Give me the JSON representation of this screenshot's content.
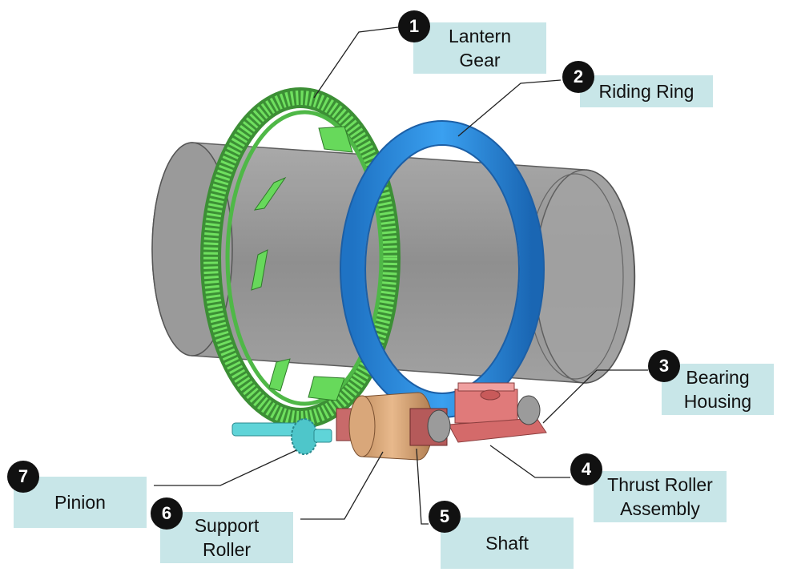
{
  "callouts": [
    {
      "number": "1",
      "lines": [
        "Lantern",
        "Gear"
      ]
    },
    {
      "number": "2",
      "lines": [
        "Riding Ring"
      ]
    },
    {
      "number": "3",
      "lines": [
        "Bearing",
        "Housing"
      ]
    },
    {
      "number": "4",
      "lines": [
        "Thrust Roller",
        "Assembly"
      ]
    },
    {
      "number": "5",
      "lines": [
        "Shaft"
      ]
    },
    {
      "number": "6",
      "lines": [
        "Support",
        "Roller"
      ]
    },
    {
      "number": "7",
      "lines": [
        "Pinion"
      ]
    }
  ],
  "colors": {
    "label_box": "#c8e6e8",
    "badge": "#111111",
    "gear": "#5ccf4f",
    "riding_ring": "#2e8fe0",
    "kiln_shell": "#8d8d8d",
    "support_roller": "#d9a77a",
    "bearing_housing": "#e07a7a",
    "pinion_shaft": "#5fd4d8"
  }
}
